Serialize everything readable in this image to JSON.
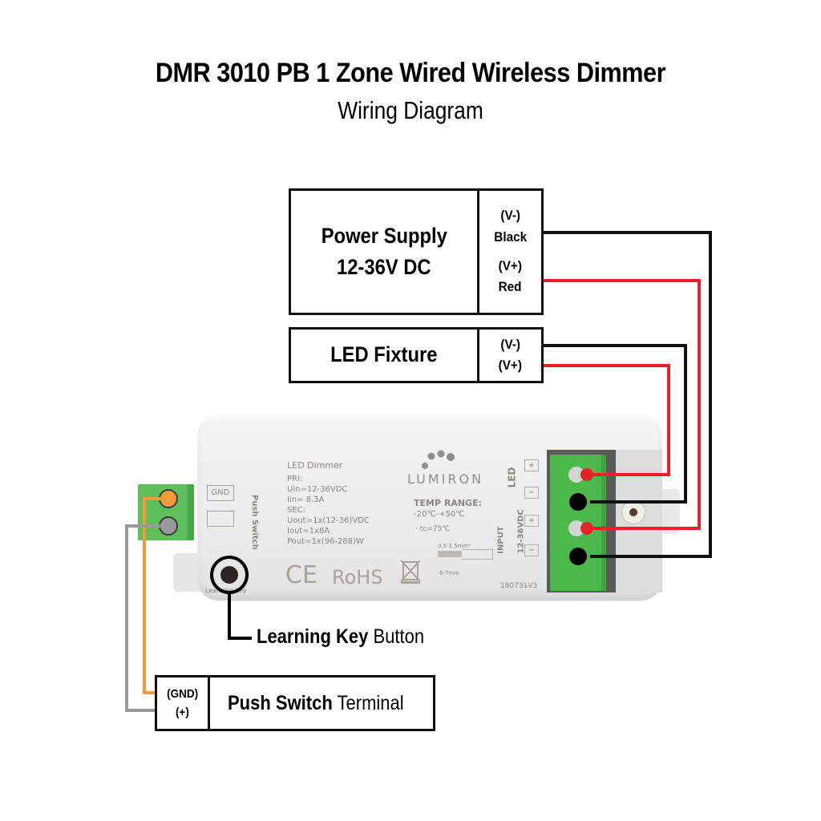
{
  "header": {
    "title": "DMR 3010 PB 1 Zone Wired Wireless Dimmer",
    "subtitle": "Wiring Diagram"
  },
  "power_supply": {
    "name": "Power Supply",
    "voltage": "12-36V DC",
    "terminals": [
      {
        "polarity": "(V-)",
        "wire": "Black"
      },
      {
        "polarity": "(V+)",
        "wire": "Red"
      }
    ]
  },
  "led_fixture": {
    "name": "LED Fixture",
    "terminals": [
      {
        "polarity": "(V-)"
      },
      {
        "polarity": "(V+)"
      }
    ]
  },
  "device": {
    "label_title": "LED Dimmer",
    "spec_lines": [
      "PRI:",
      "Uin=12-36VDC",
      "Iin= 8.3A",
      "SEC:",
      "Uout=1x(12-36)VDC",
      "Iout=1x8A",
      "Pout=1x(96-288)W"
    ],
    "brand": "LUMIRON",
    "temp_range_label": "TEMP RANGE:",
    "temp_range_value": "-20℃-+50℃",
    "tc_value": "· tc=75℃",
    "wire_gauge": "0.5-1.5mm²",
    "strip_length": "6-7mm",
    "cert_ce": "CE",
    "cert_rohs": "RoHS",
    "push_switch_label": "Push Switch",
    "gnd_label": "GND",
    "learning_key_print": "Learning Key",
    "led_terminal_label": "LED",
    "input_label": "INPUT",
    "input_voltage": "12-36VDC",
    "plus": "+",
    "minus": "−",
    "serial": "180731V3"
  },
  "callouts": {
    "learning_key_bold": "Learning Key",
    "learning_key_rest": " Button",
    "push_switch_bold": "Push Switch",
    "push_switch_rest": " Terminal",
    "push_switch_terminals": [
      "(GND)",
      "(+)"
    ]
  },
  "colors": {
    "black_wire": "#111111",
    "red_wire": "#e8202a",
    "orange_wire": "#f39a3a",
    "gray_wire": "#9a9a9a",
    "terminal_green": "#4cb84a"
  }
}
